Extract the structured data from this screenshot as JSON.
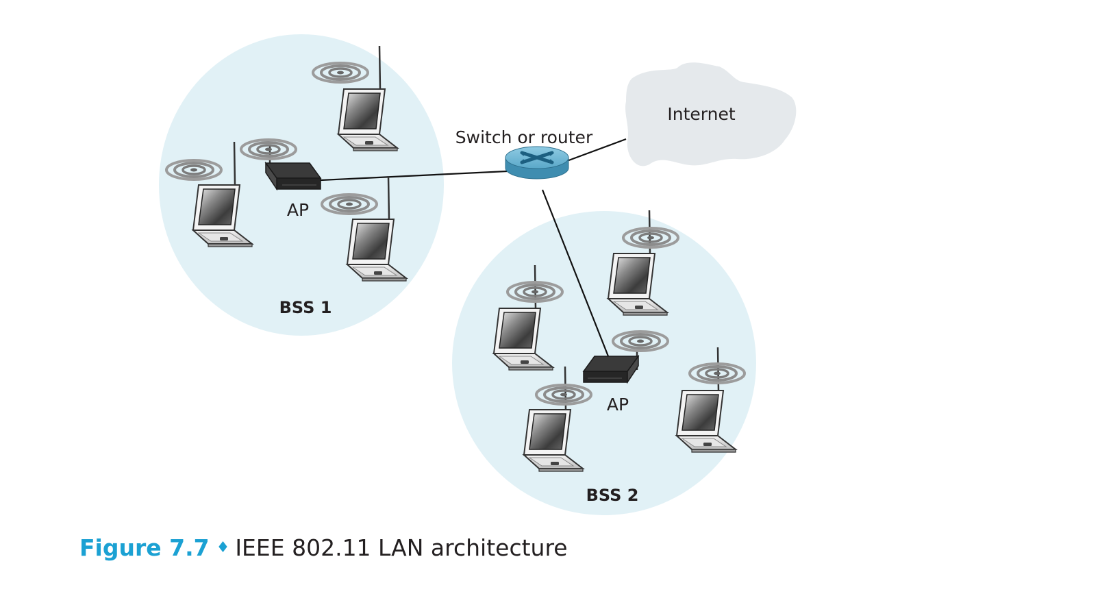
{
  "diagram": {
    "router_label": "Switch or router",
    "internet_label": "Internet",
    "bss1": {
      "label": "BSS 1",
      "ap_label": "AP"
    },
    "bss2": {
      "label": "BSS 2",
      "ap_label": "AP"
    }
  },
  "caption": {
    "figure_number": "Figure 7.7",
    "separator": "♦",
    "title": "IEEE 802.11 LAN architecture"
  },
  "colors": {
    "bss_fill": "#e1f1f6",
    "cloud_fill": "#e5e9ec",
    "router_fill": "#6fb8d6",
    "ap_fill": "#3a3a3a",
    "caption_accent": "#1ba1d3"
  },
  "icons": [
    "laptop-icon",
    "wifi-signal-icon",
    "access-point-icon",
    "router-icon",
    "internet-cloud-icon"
  ]
}
